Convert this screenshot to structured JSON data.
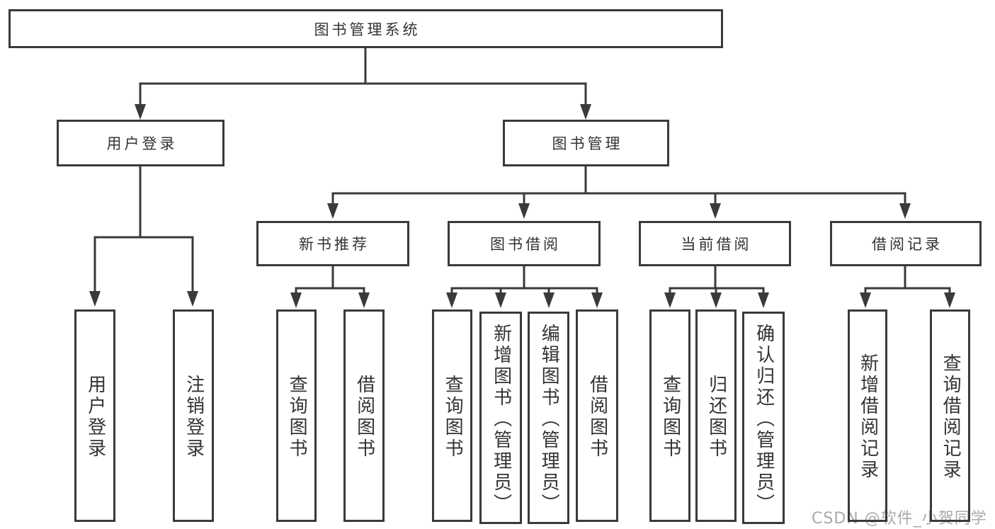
{
  "colors": {
    "line": "#3a3a3a",
    "text": "#333333",
    "watermark": "#aaaaaa",
    "background": "#ffffff"
  },
  "diagram": {
    "type": "hierarchy-tree",
    "root": "图书管理系统",
    "branches": [
      {
        "label": "用户登录",
        "children": [
          "用户登录",
          "注销登录"
        ]
      },
      {
        "label": "图书管理",
        "children": [
          {
            "label": "新书推荐",
            "children": [
              "查询图书",
              "借阅图书"
            ]
          },
          {
            "label": "图书借阅",
            "children": [
              "查询图书",
              "新增图书（管理员）",
              "编辑图书（管理员）",
              "借阅图书"
            ]
          },
          {
            "label": "当前借阅",
            "children": [
              "查询图书",
              "归还图书",
              "确认归还（管理员）"
            ]
          },
          {
            "label": "借阅记录",
            "children": [
              "新增借阅记录",
              "查询借阅记录"
            ]
          }
        ]
      }
    ]
  },
  "watermark": {
    "text": "CSDN @软件_小贺同学"
  }
}
